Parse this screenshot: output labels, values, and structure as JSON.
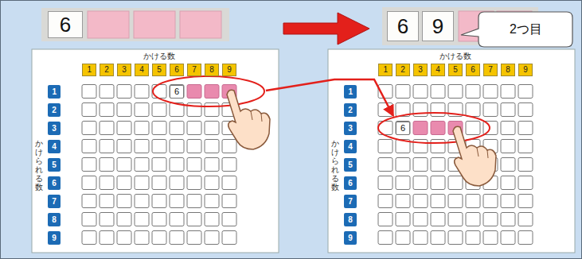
{
  "diagram": {
    "nodes": [
      {
        "text": [
          "6"
        ]
      },
      {
        "text": [
          "6"
        ]
      },
      {
        "text": [
          "9"
        ]
      },
      {
        "text": [
          "2つ目"
        ]
      },
      {
        "text": [
          "6"
        ]
      },
      {
        "text": [
          "6"
        ]
      }
    ],
    "labels": [
      "かける数",
      "1",
      "2",
      "3",
      "4",
      "5",
      "6",
      "7",
      "8",
      "9",
      "かけられる数",
      "1",
      "2",
      "3",
      "4",
      "5",
      "6",
      "7",
      "8",
      "9",
      "かける数",
      "1",
      "2",
      "3",
      "4",
      "5",
      "6",
      "7",
      "8",
      "9",
      "かけられる数",
      "1",
      "2",
      "3",
      "4",
      "5",
      "6",
      "7",
      "8",
      "9"
    ]
  }
}
